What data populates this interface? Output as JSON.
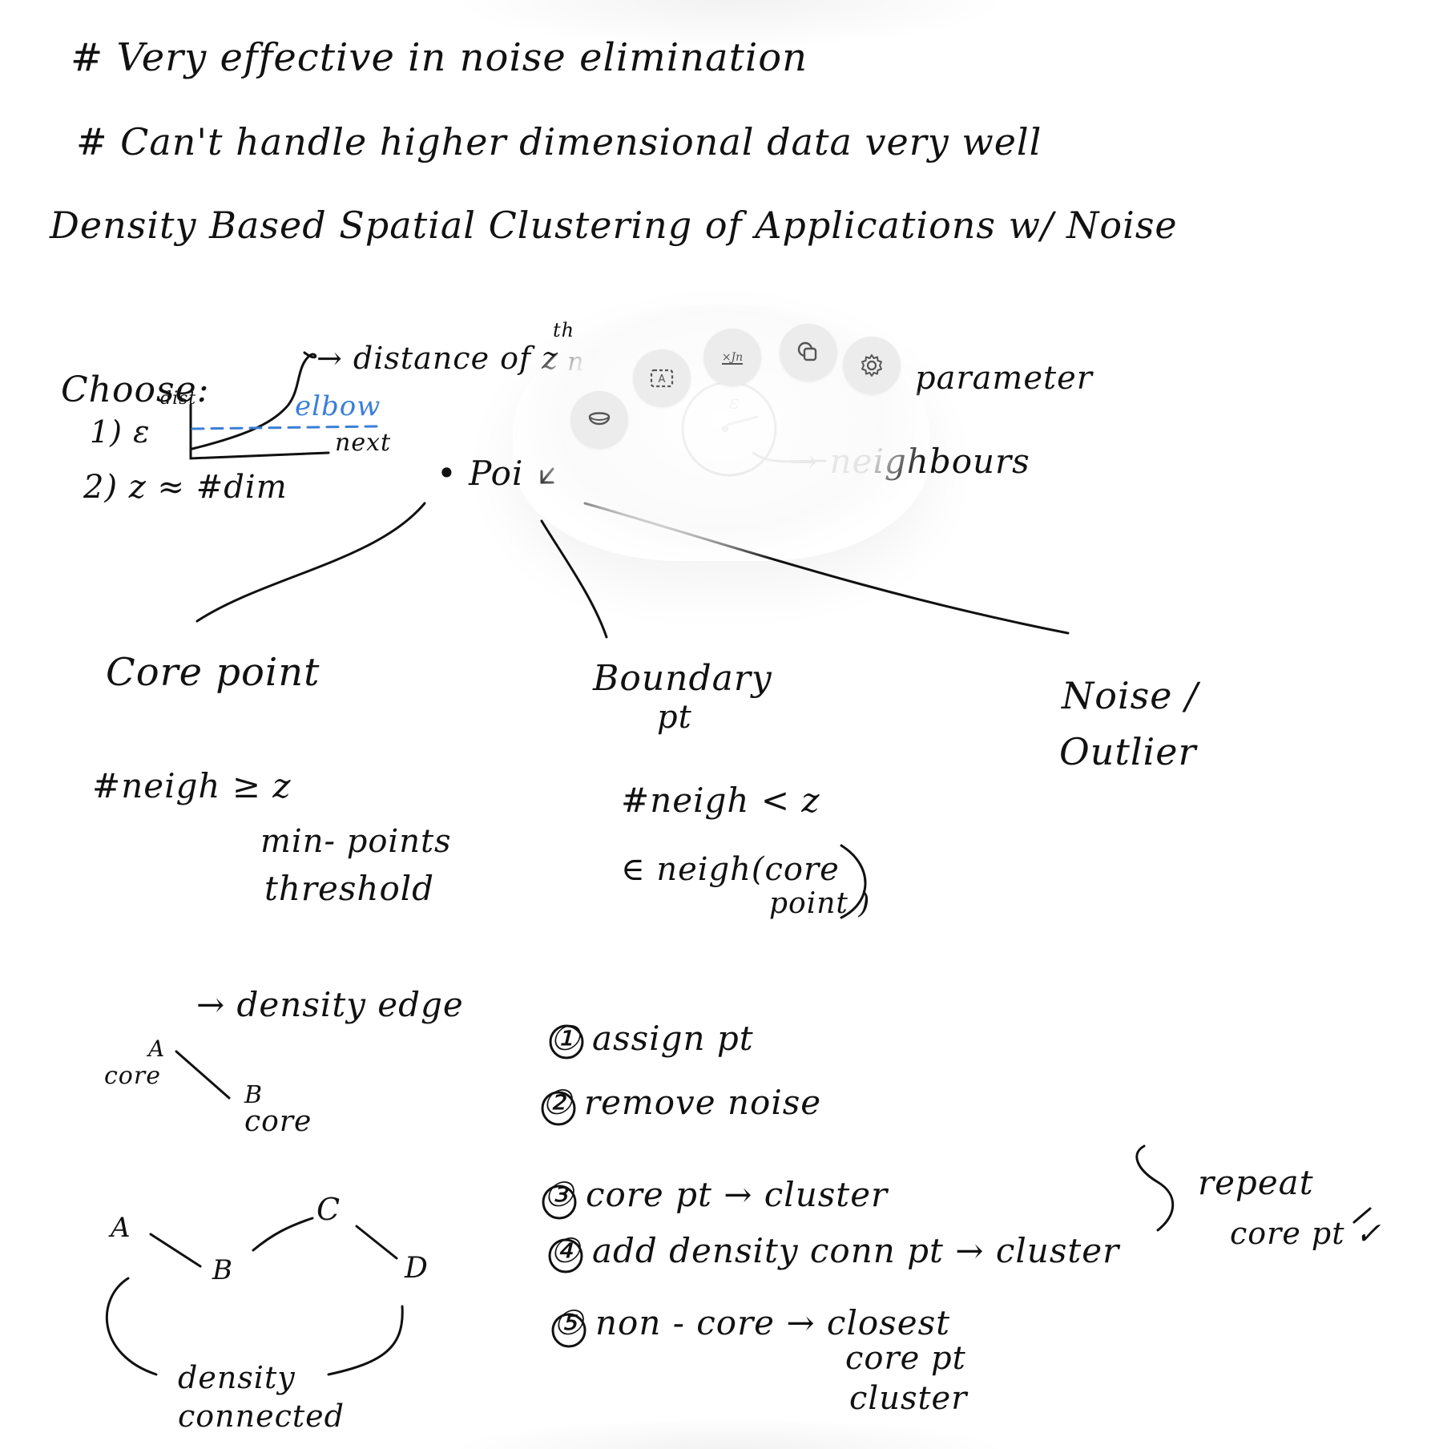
{
  "notes": {
    "line1": "# Very   effective   in   noise   elimination",
    "line2": "# Can't   handle   higher   dimensional   data   very   well",
    "title": "Density   Based   Spatial   Clustering   of   Applications  w/  Noise",
    "choose_label": "Choose:",
    "choose_1": "1) ε",
    "choose_2": "2) z  ≈ #dim",
    "graph_axis_y": "dist",
    "graph_elbow": "elbow",
    "graph_axis_x": "next",
    "distance_note": "→ distance of z",
    "distance_sup": "th",
    "distance_tail": "n",
    "parameter_note": "parameter",
    "epsilon_small": "ε",
    "neighbours_note": "→ neighbours",
    "point_label": "• Poi",
    "core_point": "Core point",
    "boundary_pt_1": "Boundary",
    "boundary_pt_2": "pt",
    "noise_1": "Noise /",
    "noise_2": "Outlier",
    "core_rule": "#neigh  ≥  z",
    "core_rule_2": "min- points",
    "core_rule_3": "threshold",
    "boundary_rule": "#neigh  <  z",
    "boundary_rule_2": "∈ neigh(core",
    "boundary_rule_3": "point )",
    "density_edge": "→ density  edge",
    "edge_a": "A",
    "edge_core_a": "core",
    "edge_b": "B",
    "edge_core_b": "core",
    "conn_a": "A",
    "conn_b": "B",
    "conn_c": "C",
    "conn_d": "D",
    "density_connected_1": "density",
    "density_connected_2": "connected",
    "step1": "① assign  pt",
    "step2": "② remove   noise",
    "step3": "③ core pt   → cluster",
    "step4": "④ add  density   conn  pt → cluster",
    "step5": "⑤ non - core    → closest",
    "step5b": "core pt",
    "step5c": "cluster",
    "repeat": "repeat",
    "repeat_2": "core pt ✓"
  },
  "toolbar": {
    "items": [
      {
        "name": "eraser-tool",
        "icon": "eraser-icon"
      },
      {
        "name": "text-tool",
        "icon": "text-box-icon"
      },
      {
        "name": "signature-tool",
        "icon": "signature-icon"
      },
      {
        "name": "shapes-tool",
        "icon": "shapes-icon"
      },
      {
        "name": "settings-tool",
        "icon": "gear-icon"
      }
    ],
    "text_glyph": "A",
    "sign_glyph": "×Jn"
  }
}
